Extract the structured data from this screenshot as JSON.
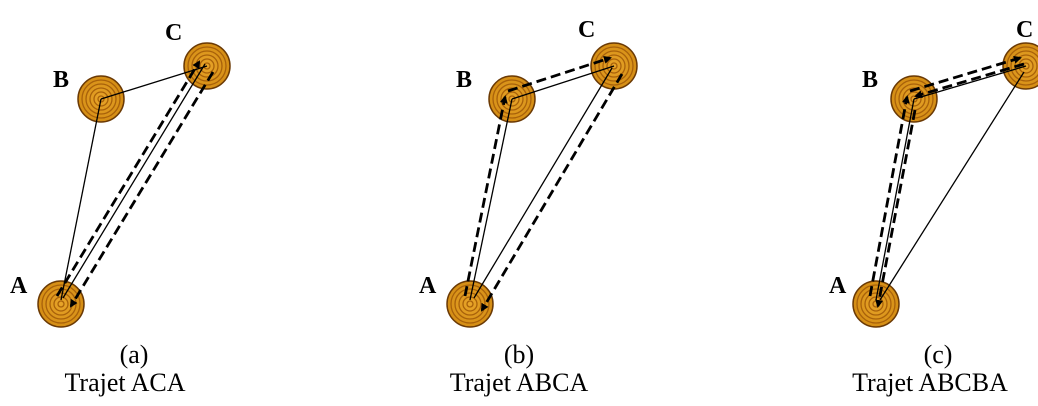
{
  "panels": [
    {
      "id": "a",
      "letter": "(a)",
      "caption": "Trajet ACA",
      "nodes": {
        "A": "A",
        "B": "B",
        "C": "C"
      }
    },
    {
      "id": "b",
      "letter": "(b)",
      "caption": "Trajet ABCA",
      "nodes": {
        "A": "A",
        "B": "B",
        "C": "C"
      }
    },
    {
      "id": "c",
      "letter": "(c)",
      "caption": "Trajet ABCBA",
      "nodes": {
        "A": "A",
        "B": "B",
        "C": "C"
      }
    }
  ],
  "colors": {
    "target_fill": "#e09a1c",
    "target_ring": "#a8610a",
    "target_outline": "#6b3a05",
    "line": "#000000"
  }
}
